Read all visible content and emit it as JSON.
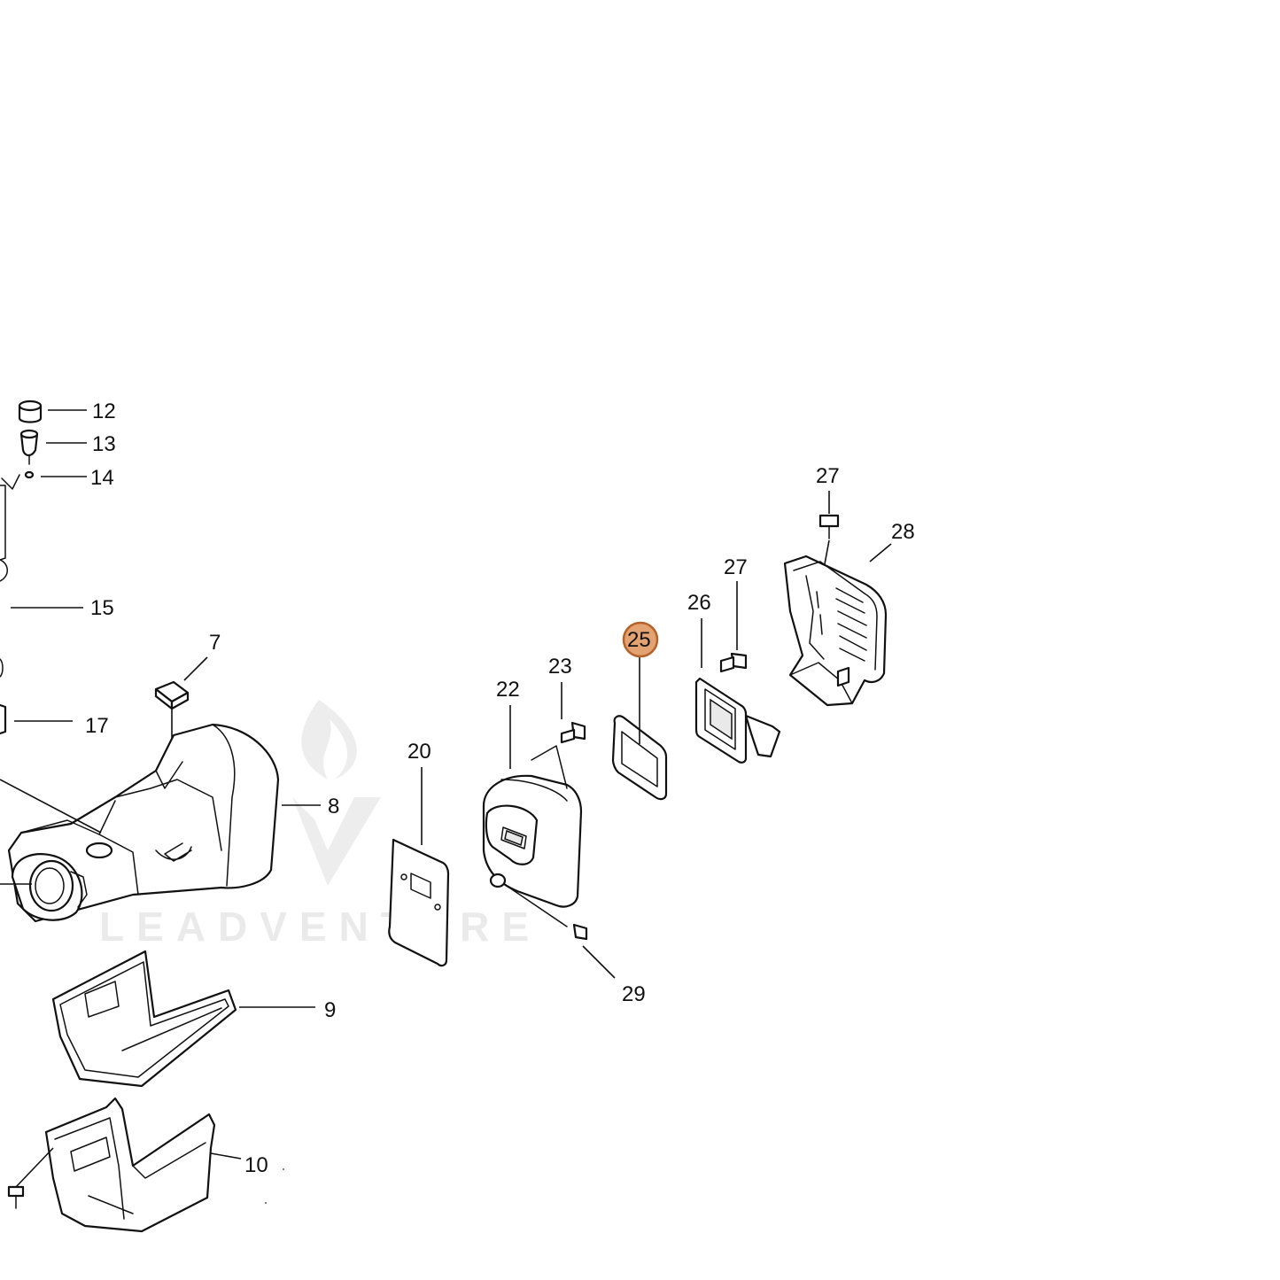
{
  "diagram": {
    "watermark": {
      "text": "LEADVENTURE"
    },
    "highlight": {
      "part": "25",
      "color": "#e3a271"
    },
    "callouts": [
      {
        "id": "c12",
        "label": "12"
      },
      {
        "id": "c13",
        "label": "13"
      },
      {
        "id": "c14",
        "label": "14"
      },
      {
        "id": "c15",
        "label": "15"
      },
      {
        "id": "c17",
        "label": "17"
      },
      {
        "id": "c7",
        "label": "7"
      },
      {
        "id": "c8",
        "label": "8"
      },
      {
        "id": "c9",
        "label": "9"
      },
      {
        "id": "c10",
        "label": "10"
      },
      {
        "id": "c20",
        "label": "20"
      },
      {
        "id": "c22",
        "label": "22"
      },
      {
        "id": "c23",
        "label": "23"
      },
      {
        "id": "c25",
        "label": "25"
      },
      {
        "id": "c26",
        "label": "26"
      },
      {
        "id": "c27a",
        "label": "27"
      },
      {
        "id": "c27b",
        "label": "27"
      },
      {
        "id": "c28",
        "label": "28"
      },
      {
        "id": "c29",
        "label": "29"
      }
    ]
  }
}
